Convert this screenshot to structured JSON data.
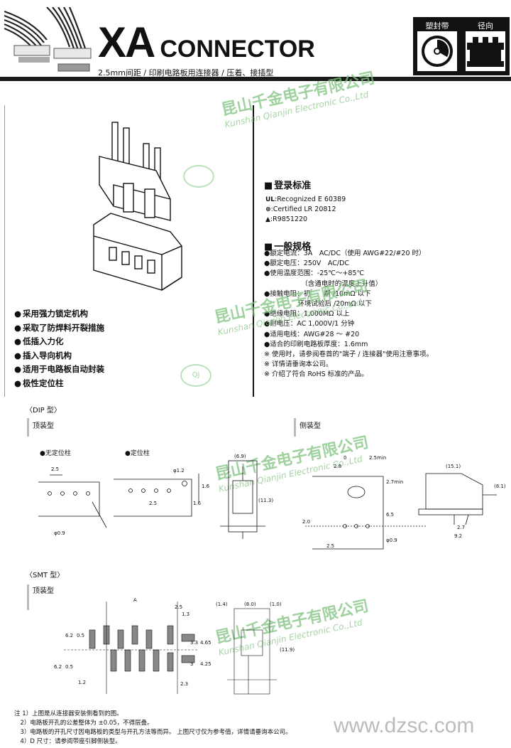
{
  "header": {
    "title_xa": "XA",
    "title_connector": "CONNECTOR",
    "subtitle": "2.5mm间距 / 印刷电路板用连接器 / 压着、接插型",
    "packaging_1": "塑封带",
    "packaging_2": "径向"
  },
  "watermark": {
    "cn": "昆山千金电子有限公司",
    "en": "Kunshan Qianjin Electronic Co.,Ltd",
    "logo": "QJ"
  },
  "features": [
    "采用强力锁定机构",
    "采取了防焊料开裂措施",
    "低插入力化",
    "插入导向机构",
    "适用于电路板自动封装",
    "极性定位柱"
  ],
  "standards": {
    "title": "登录标准",
    "items": [
      ":Recognized E 60389",
      ":Certified LR 20812",
      ":R9851220"
    ]
  },
  "specs": {
    "title": "一般规格",
    "items": [
      "●额定电流：3A　AC/DC（使用 AWG#22/#20 时）",
      "●额定电压：250V　AC/DC",
      "●使用温度范围：-25℃～+85℃",
      "　　　　　　（含通电时的温度上升值）",
      "●接触电阻：初　　期 /10mΩ 以下",
      "　　　　　环境试验后 /20mΩ 以下",
      "●绝缘电阻：1,000MΩ 以上",
      "●耐电压：AC 1,000V/1 分钟",
      "●适用电线：AWG#28 ～ #20",
      "●适合的印刷电路板厚度：1.6mm",
      "※ 使用时，请参阅卷首的\"端子 / 连接器\"使用注意事项。",
      "※ 详情请垂询本公司。",
      "※ 介绍了符合 RoHS 标准的产品。"
    ]
  },
  "dip": {
    "label": "〈DIP 型〉",
    "top_label": "顶装型",
    "side_label": "侧装型",
    "no_post": "●无定位柱",
    "with_post": "●定位柱",
    "dims": [
      "2.5",
      "φ0.9",
      "φ1.2",
      "1.6",
      "2.5",
      "1.6",
      "(6.9)",
      "(11.3)",
      "2.5min",
      "2.7min",
      "2.8",
      "0",
      "2.0",
      "6.5",
      "2.5",
      "φ0.9",
      "(15.1)",
      "(8.1)",
      "2.7",
      "9.2"
    ]
  },
  "smt": {
    "label": "〈SMT 型〉",
    "top_label": "顶装型",
    "dims": [
      "A",
      "2.5",
      "1.3",
      "6.2",
      "0.5",
      "6.2",
      "0.5",
      "3.3",
      "4.65",
      "3",
      "4.25",
      "1.2",
      "2.3",
      "(1.4)",
      "(8.0)",
      "(1.0)",
      "(11.9)"
    ]
  },
  "notes": [
    "注 1）上图是从连接器安装侧看到的图。",
    "　2）电路板开孔的公差整体为 ±0.05，不得层叠。",
    "　3）电路板的开孔尺寸因电路板的类型与开孔方法等而异。 上图尺寸仅为参考值，详情请垂询本公司。",
    "　4）D 尺寸：请参阅带座引脚侧装型。"
  ],
  "site": "www.dzsc.com"
}
